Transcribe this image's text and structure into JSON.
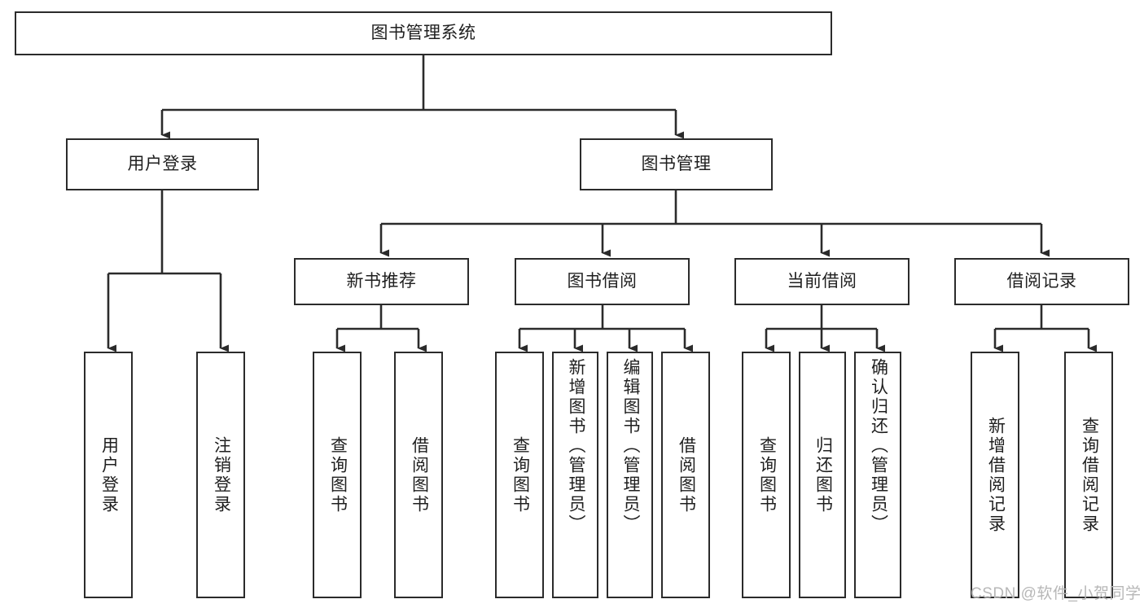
{
  "diagram": {
    "title": "图书管理系统",
    "type": "tree",
    "background_color": "#ffffff",
    "line_color": "#2b2b2b",
    "text_color": "#1f1f1f",
    "watermark": "CSDN @软件_小贺同学"
  },
  "nodes": {
    "root": {
      "label": "图书管理系统"
    },
    "level1": [
      {
        "label": "用户登录"
      },
      {
        "label": "图书管理"
      }
    ],
    "level2": [
      {
        "label": "新书推荐"
      },
      {
        "label": "图书借阅"
      },
      {
        "label": "当前借阅"
      },
      {
        "label": "借阅记录"
      }
    ],
    "leaves": {
      "user_login": [
        {
          "label": "用户登录"
        },
        {
          "label": "注销登录"
        }
      ],
      "new_book_recommend": [
        {
          "label": "查询图书"
        },
        {
          "label": "借阅图书"
        }
      ],
      "book_borrow": [
        {
          "label": "查询图书"
        },
        {
          "label": "新增图书（管理员）"
        },
        {
          "label": "编辑图书（管理员）"
        },
        {
          "label": "借阅图书"
        }
      ],
      "current_borrow": [
        {
          "label": "查询图书"
        },
        {
          "label": "归还图书"
        },
        {
          "label": "确认归还（管理员）"
        }
      ],
      "borrow_record": [
        {
          "label": "新增借阅记录"
        },
        {
          "label": "查询借阅记录"
        }
      ]
    }
  }
}
